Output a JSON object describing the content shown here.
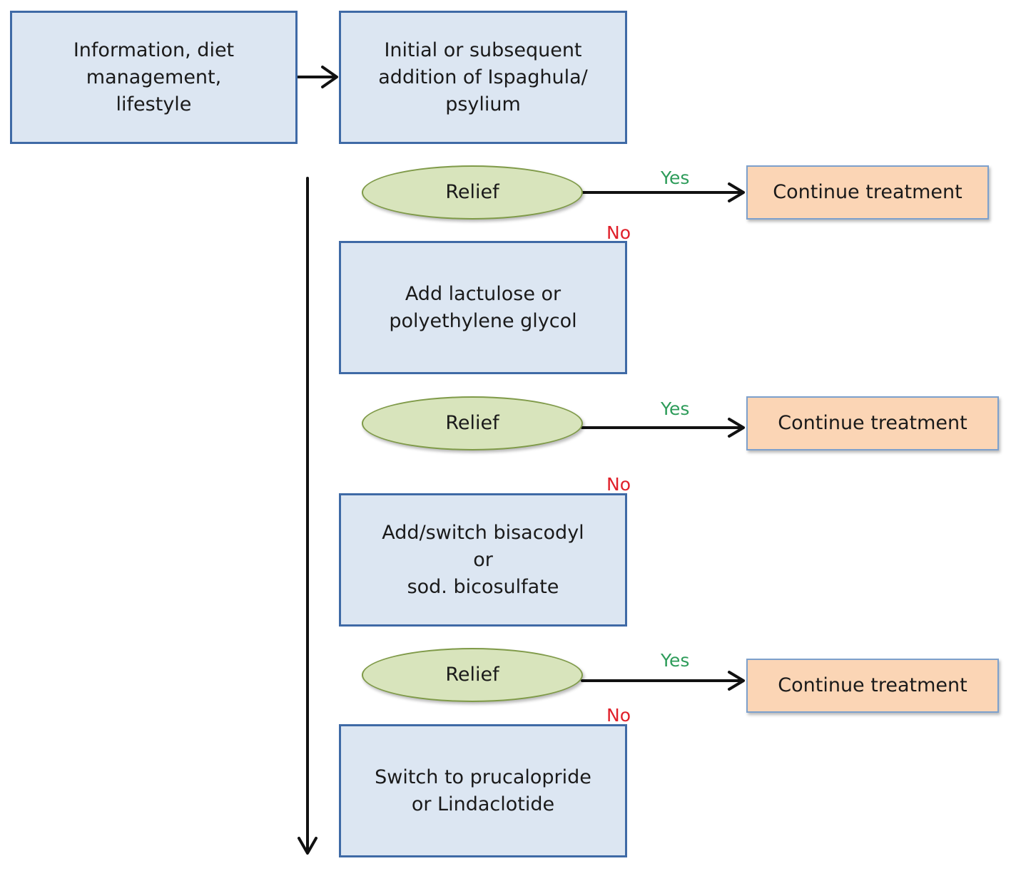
{
  "steps": {
    "start": "Information, diet\nmanagement,\nlifestyle",
    "step1": "Initial or subsequent\naddition of Ispaghula/\npsylium",
    "step2": "Add lactulose or\npolyethylene glycol",
    "step3": "Add/switch bisacodyl or\nsod. bicosulfate",
    "step4": "Switch to prucalopride\nor Lindaclotide"
  },
  "decisions": [
    {
      "label": "Relief",
      "yes_label": "Yes",
      "no_label": "No",
      "outcome": "Continue treatment"
    },
    {
      "label": "Relief",
      "yes_label": "Yes",
      "no_label": "No",
      "outcome": "Continue treatment"
    },
    {
      "label": "Relief",
      "yes_label": "Yes",
      "no_label": "No",
      "outcome": "Continue treatment"
    }
  ],
  "colors": {
    "process_fill": "#dce6f2",
    "process_border": "#3f6aa6",
    "decision_fill": "#d8e4bc",
    "outcome_fill": "#fbd5b5",
    "yes": "#2e9c5a",
    "no": "#e0202a"
  }
}
